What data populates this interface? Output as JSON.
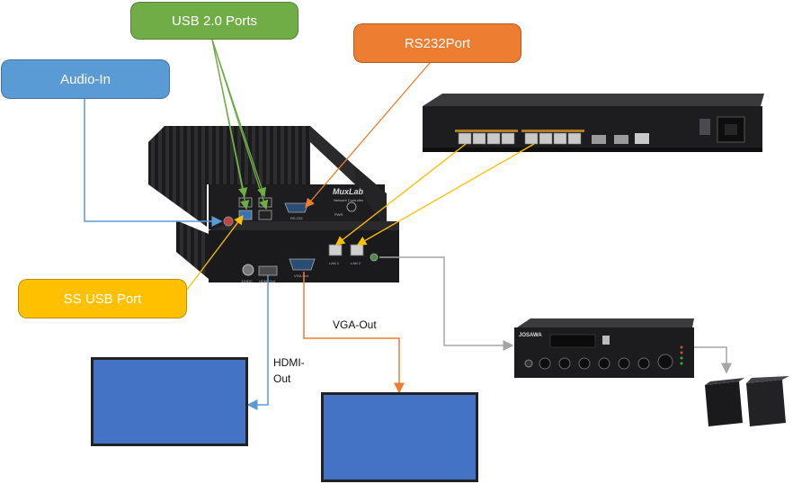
{
  "callouts": {
    "audio_in": "Audio-In",
    "usb2_ports": "USB 2.0 Ports",
    "rs232_port": "RS232Port",
    "ss_usb_port": "SS USB Port"
  },
  "labels": {
    "hdmi_out_line1": "HDMI-",
    "hdmi_out_line2": "Out",
    "vga_out": "VGA-Out"
  },
  "device_text": {
    "controller_brand": "MuxLab",
    "controller_brand_sub": "Network Controller",
    "port_rs232": "RS-232",
    "port_power": "PWR",
    "port_lan1": "LAN 1",
    "port_lan2": "LAN 2",
    "port_vga": "VGA Out",
    "port_hdmi": "HDMI Out",
    "port_dc": "12VDC",
    "amp_brand": "JOSAWA"
  },
  "colors": {
    "audio_in": "#5b9bd5",
    "usb2": "#70ad47",
    "rs232": "#ed7d31",
    "ss_usb": "#ffc000",
    "monitor": "#4472c4",
    "vga_line": "#ed7d31",
    "hdmi_line": "#5b9bd5",
    "audio_line": "#a5a5a5"
  }
}
